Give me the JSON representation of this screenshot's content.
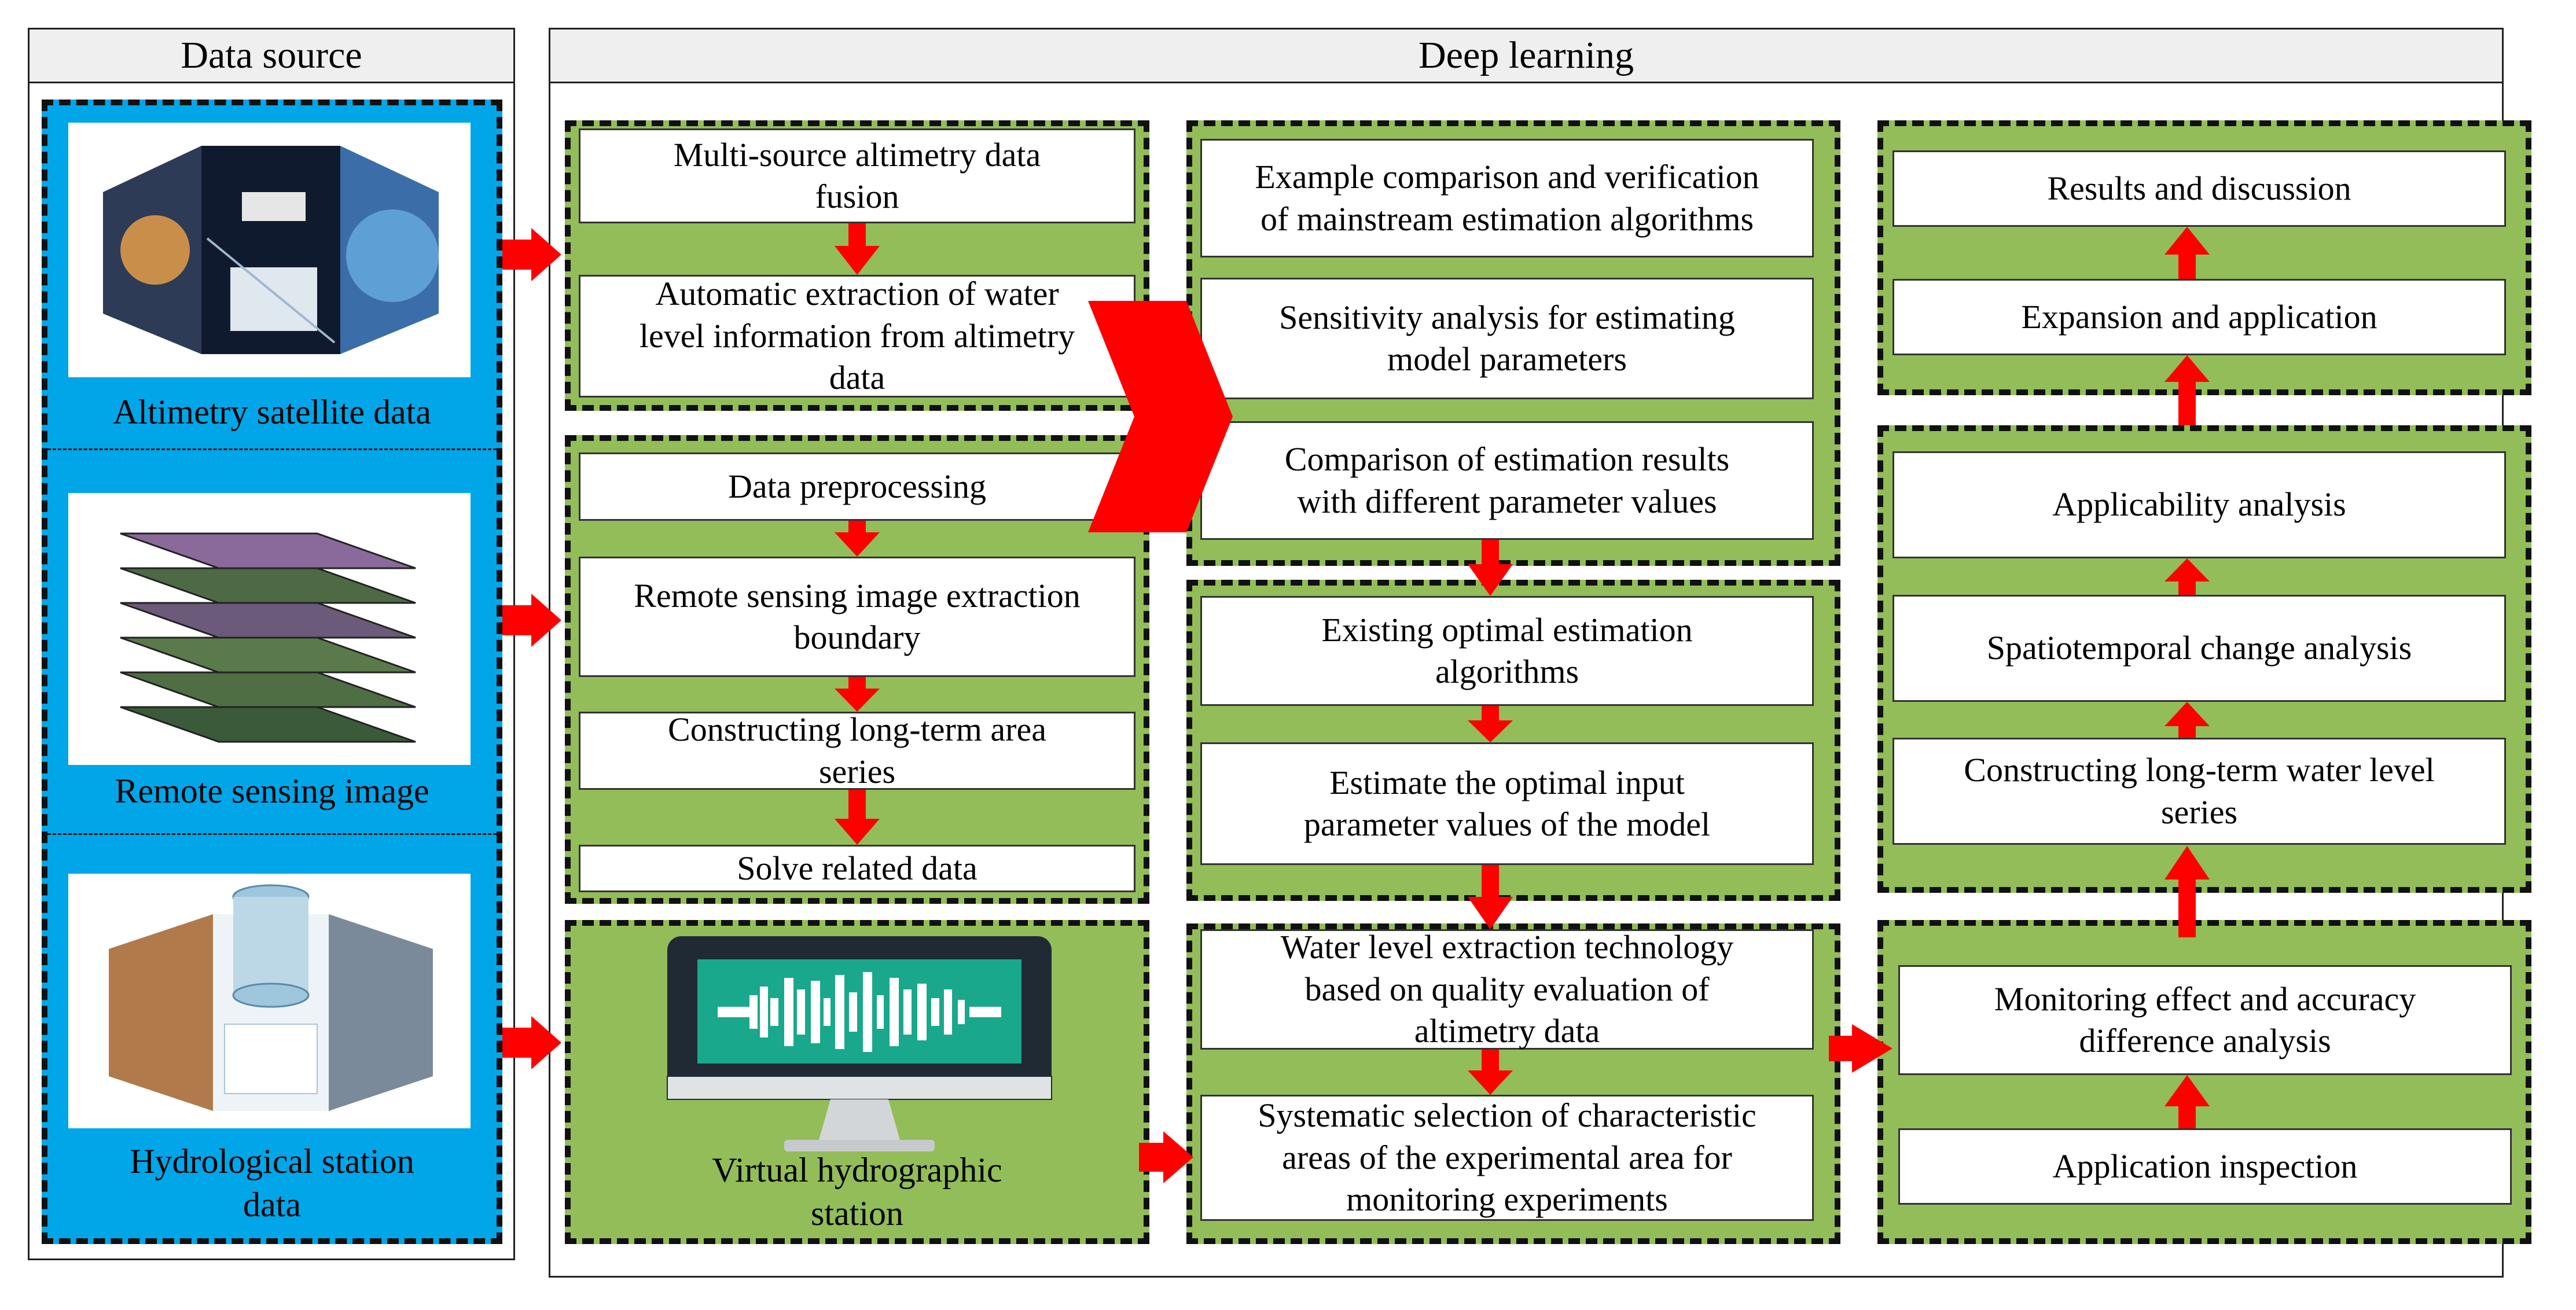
{
  "headers": {
    "data_source": "Data source",
    "deep_learning": "Deep learning"
  },
  "sources": {
    "altimetry": "Altimetry satellite data",
    "remote": "Remote sensing image",
    "hydro": "Hydrological station\ndata"
  },
  "column1": {
    "altimetry_group": {
      "fusion": "Multi-source altimetry data\nfusion",
      "extraction": "Automatic extraction of water\nlevel information from altimetry\ndata"
    },
    "remote_group": {
      "preprocessing": "Data preprocessing",
      "boundary": "Remote sensing image extraction\nboundary",
      "area_series": "Constructing long-term area\nseries",
      "solve": "Solve related data"
    },
    "virtual_station": "Virtual hydrographic\nstation"
  },
  "column2": {
    "comparison_verification": "Example comparison and verification\nof mainstream estimation algorithms",
    "sensitivity": "Sensitivity analysis for estimating\nmodel parameters",
    "parameter_comparison": "Comparison of estimation results\nwith different parameter values",
    "optimal_algorithms": "Existing optimal estimation\nalgorithms",
    "optimal_input": "Estimate the optimal input\nparameter values of the model",
    "wl_extraction": "Water level extraction technology\nbased on quality evaluation of\naltimetry data",
    "systematic_selection": "Systematic selection of characteristic\nareas of the experimental area for\nmonitoring experiments"
  },
  "column3": {
    "results": "Results and discussion",
    "expansion": "Expansion and application",
    "applicability": "Applicability analysis",
    "spatiotemporal": "Spatiotemporal change analysis",
    "wl_series": "Constructing long-term water level\nseries",
    "monitoring_effect": "Monitoring effect and accuracy\ndifference analysis",
    "inspection": "Application inspection"
  },
  "colors": {
    "blue": "#00a6e8",
    "green": "#92bd58",
    "arrow": "#ff0000",
    "screen": "#1aa88c"
  }
}
